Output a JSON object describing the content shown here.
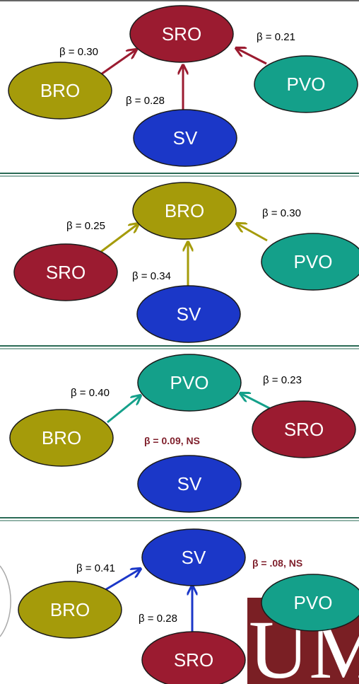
{
  "colors": {
    "SRO": "#9b1b30",
    "BRO": "#a59b0a",
    "PVO": "#14a08a",
    "SV": "#1b37c8",
    "outline": "#1a1a1a",
    "ns_text": "#7f1f2b",
    "separator": "#2a6a55",
    "logo_bg": "#7a1f24"
  },
  "panels": [
    {
      "nodes": {
        "top": "SRO",
        "left": "BRO",
        "right": "PVO",
        "bottom": "SV"
      },
      "labels": {
        "left": "β = 0.30",
        "right": "β = 0.21",
        "bottom": "β = 0.28"
      }
    },
    {
      "nodes": {
        "top": "BRO",
        "left": "SRO",
        "right": "PVO",
        "bottom": "SV"
      },
      "labels": {
        "left": "β = 0.25",
        "right": "β = 0.30",
        "bottom": "β = 0.34"
      }
    },
    {
      "nodes": {
        "top": "PVO",
        "left": "BRO",
        "right": "SRO",
        "bottom": "SV"
      },
      "labels": {
        "left": "β = 0.40",
        "right": "β = 0.23",
        "bottom": "β = 0.09, NS"
      }
    },
    {
      "nodes": {
        "top": "SV",
        "left": "BRO",
        "right": "PVO",
        "bottom": "SRO"
      },
      "labels": {
        "left": "β = 0.41",
        "right": "β = .08, NS",
        "bottom": "β = 0.28"
      }
    }
  ],
  "logo": {
    "text": "UM"
  }
}
